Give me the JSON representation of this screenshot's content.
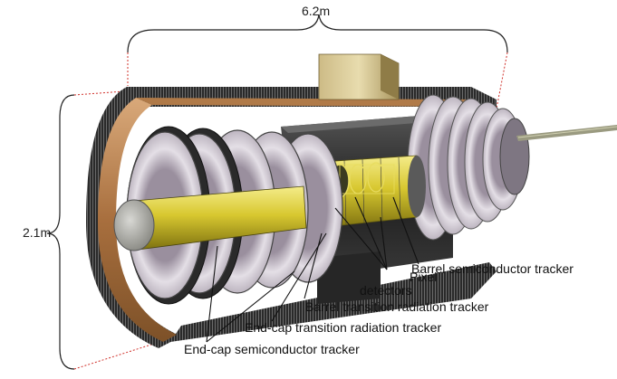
{
  "dimensions": {
    "length": "6.2m",
    "height": "2.1m"
  },
  "labels": {
    "barrel_sct": "Barrel semiconductor tracker",
    "pixel_line1": "Pixel",
    "pixel_line2": "detectors",
    "barrel_trt": "Barrel transition radiation tracker",
    "endcap_trt": "End-cap transition radiation tracker",
    "endcap_sct": "End-cap semiconductor tracker"
  },
  "colors": {
    "copper": "#b8865a",
    "yellow": "#d8cc3a",
    "disk": "#d9d3dc",
    "dark": "#2d2d2d",
    "leader": "#111111",
    "dotted": "#d0302a"
  }
}
